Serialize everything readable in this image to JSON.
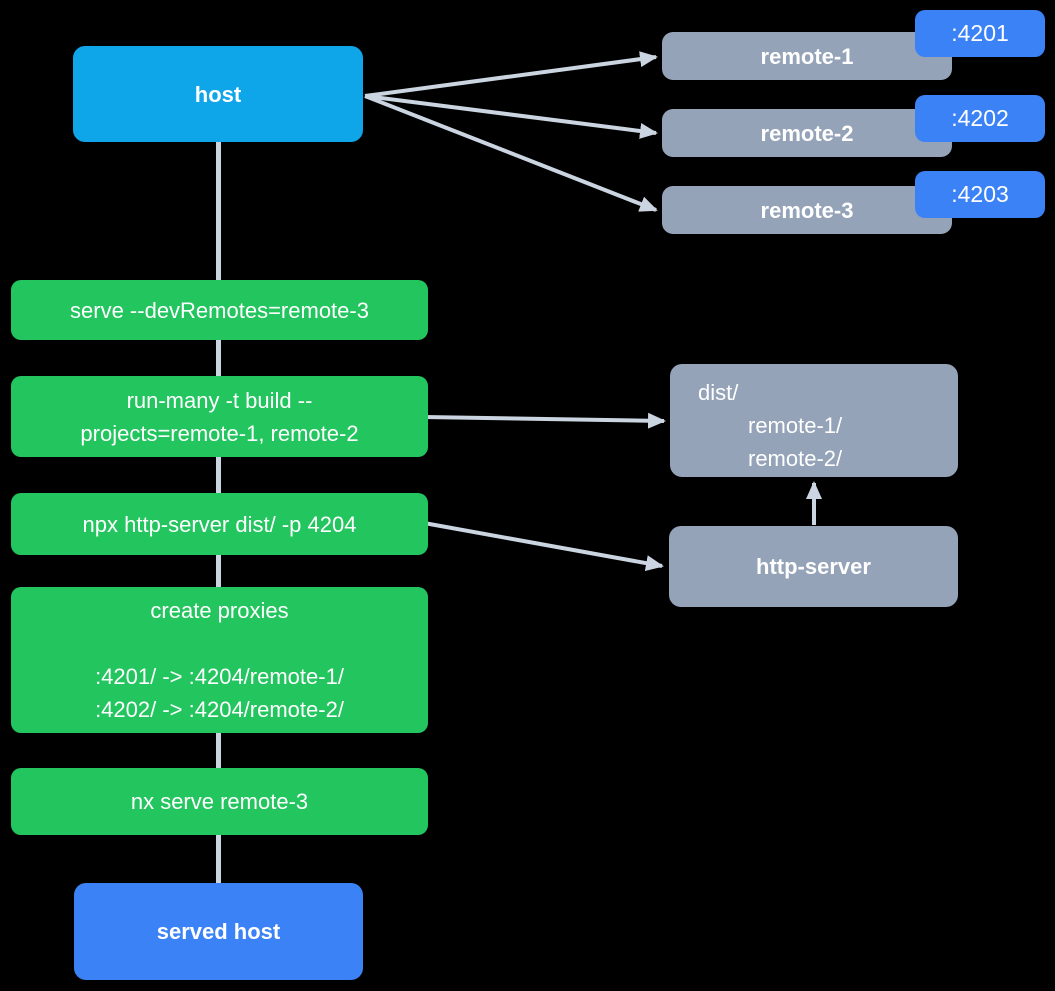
{
  "colors": {
    "background": "#000000",
    "host_box": "#0ea5e9",
    "command_box": "#22c55e",
    "remote_box": "#94a3b8",
    "port_badge": "#3b82f6",
    "served_host_box": "#3b82f6",
    "connector": "#cbd5e1",
    "label_text": "#ffffff"
  },
  "nodes": {
    "host": {
      "label": "host"
    },
    "remotes": [
      {
        "label": "remote-1",
        "port": ":4201"
      },
      {
        "label": "remote-2",
        "port": ":4202"
      },
      {
        "label": "remote-3",
        "port": ":4203"
      }
    ],
    "commands": {
      "serve": "serve --devRemotes=remote-3",
      "run_many": "run-many -t build --\nprojects=remote-1, remote-2",
      "http_server": "npx http-server dist/ -p 4204",
      "create_proxies": "create proxies\n\n:4201/ -> :4204/remote-1/\n:4202/ -> :4204/remote-2/",
      "nx_serve": "nx serve remote-3"
    },
    "dist": {
      "lines": [
        "dist/",
        "remote-1/",
        "remote-2/"
      ]
    },
    "http_server": {
      "label": "http-server"
    },
    "served_host": {
      "label": "served host"
    }
  }
}
